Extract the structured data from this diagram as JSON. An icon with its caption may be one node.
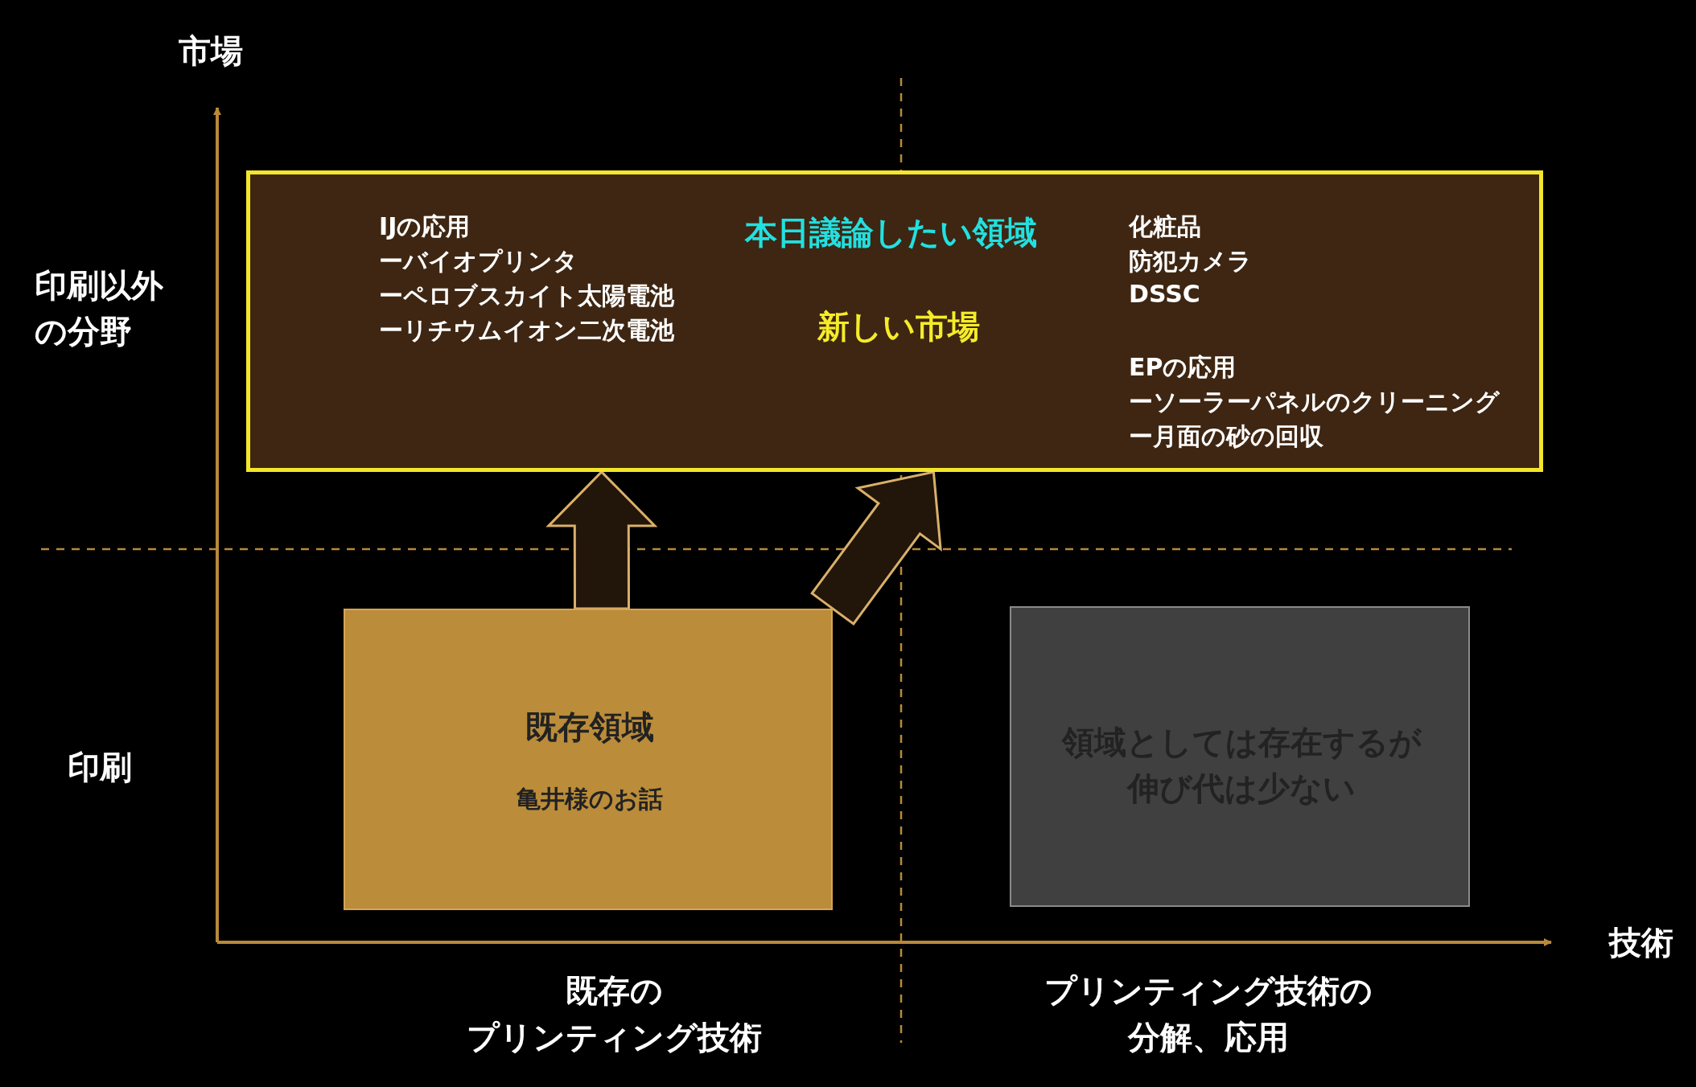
{
  "diagram": {
    "nodes": [
      {
        "text": [
          "IJの応用",
          "ーバイオプリンタ",
          "ーペロブスカイト太陽電池",
          "ーリチウムイオン二次電池",
          "本日議論したい領域",
          "新しい市場",
          "化粧品",
          "防犯カメラ",
          "DSSC",
          "EPの応用",
          "ーソーラーパネルのクリーニング",
          "ー月面の砂の回収"
        ]
      },
      {
        "text": [
          "既存領域",
          "亀井様のお話"
        ]
      },
      {
        "text": [
          "領域としては存在するが",
          "伸び代は少ない"
        ]
      }
    ],
    "edges": [
      {
        "from": 1,
        "to": 0,
        "arrow": "to"
      },
      {
        "from": 1,
        "to": 0,
        "arrow": "to"
      }
    ],
    "labels": [
      "市場",
      "印刷以外",
      "の分野",
      "印刷",
      "技術",
      "既存の",
      "プリンティング技術",
      "プリンティング技術の",
      "分解、応用"
    ]
  }
}
